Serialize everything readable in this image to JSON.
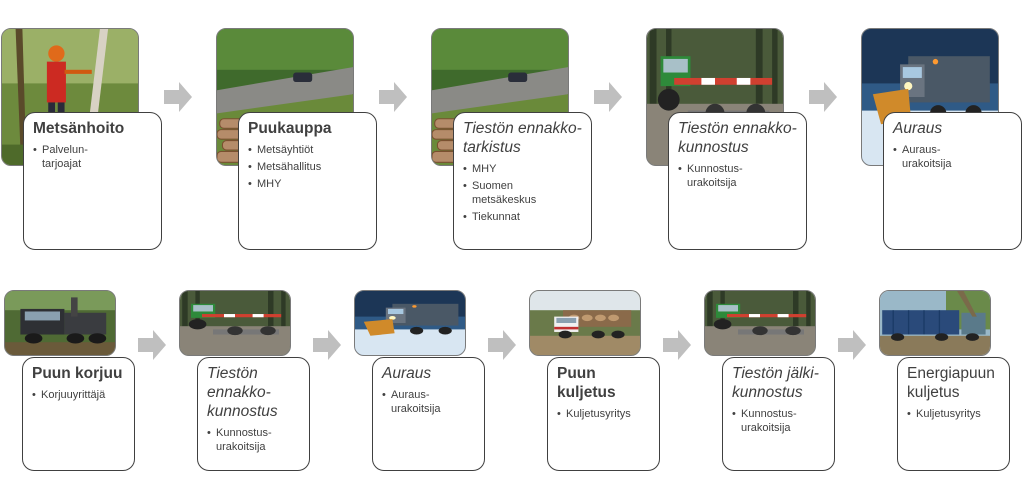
{
  "row1": [
    {
      "title": "Metsänhoito",
      "style": "bold",
      "items": [
        "Palvelun-\ntarjoajat"
      ],
      "photo": "forest-worker-photo"
    },
    {
      "title": "Puukauppa",
      "style": "bold",
      "items": [
        "Metsäyhtiöt",
        "Metsähallitus",
        "MHY"
      ],
      "photo": "log-road-photo"
    },
    {
      "title": "Tiestön ennakko-\ntarkistus",
      "style": "italic",
      "items": [
        "MHY",
        "Suomen\nmetsäkeskus",
        "Tiekunnat"
      ],
      "photo": "log-road-photo"
    },
    {
      "title": "Tiestön ennakko-\nkunnostus",
      "style": "italic",
      "items": [
        "Kunnostus-\nurakoitsija"
      ],
      "photo": "road-grader-photo"
    },
    {
      "title": "Auraus",
      "style": "italic",
      "items": [
        "Auraus-\nurakoitsija"
      ],
      "photo": "snow-plow-photo"
    }
  ],
  "row2": [
    {
      "title": "Puun korjuu",
      "style": "bold",
      "items": [
        "Korjuuyrittäjä"
      ],
      "photo": "harvester-photo"
    },
    {
      "title": "Tiestön\nennakko-\nkunnostus",
      "style": "italic",
      "items": [
        "Kunnostus-\nurakoitsija"
      ],
      "photo": "road-grader-photo"
    },
    {
      "title": "Auraus",
      "style": "italic",
      "items": [
        "Auraus-\nurakoitsija"
      ],
      "photo": "snow-plow-photo"
    },
    {
      "title": "Puun\nkuljetus",
      "style": "bold",
      "items": [
        "Kuljetusyritys"
      ],
      "photo": "timber-truck-photo"
    },
    {
      "title": "Tiestön jälki-\nkunnostus",
      "style": "italic",
      "items": [
        "Kunnostus-\nurakoitsija"
      ],
      "photo": "road-grader-photo"
    },
    {
      "title": "Energiapuun\nkuljetus",
      "style": "normal",
      "items": [
        "Kuljetusyritys"
      ],
      "photo": "energy-wood-truck-photo"
    }
  ],
  "colors": {
    "arrow": "#bfbfbf",
    "card_border": "#404040",
    "text": "#404040"
  }
}
